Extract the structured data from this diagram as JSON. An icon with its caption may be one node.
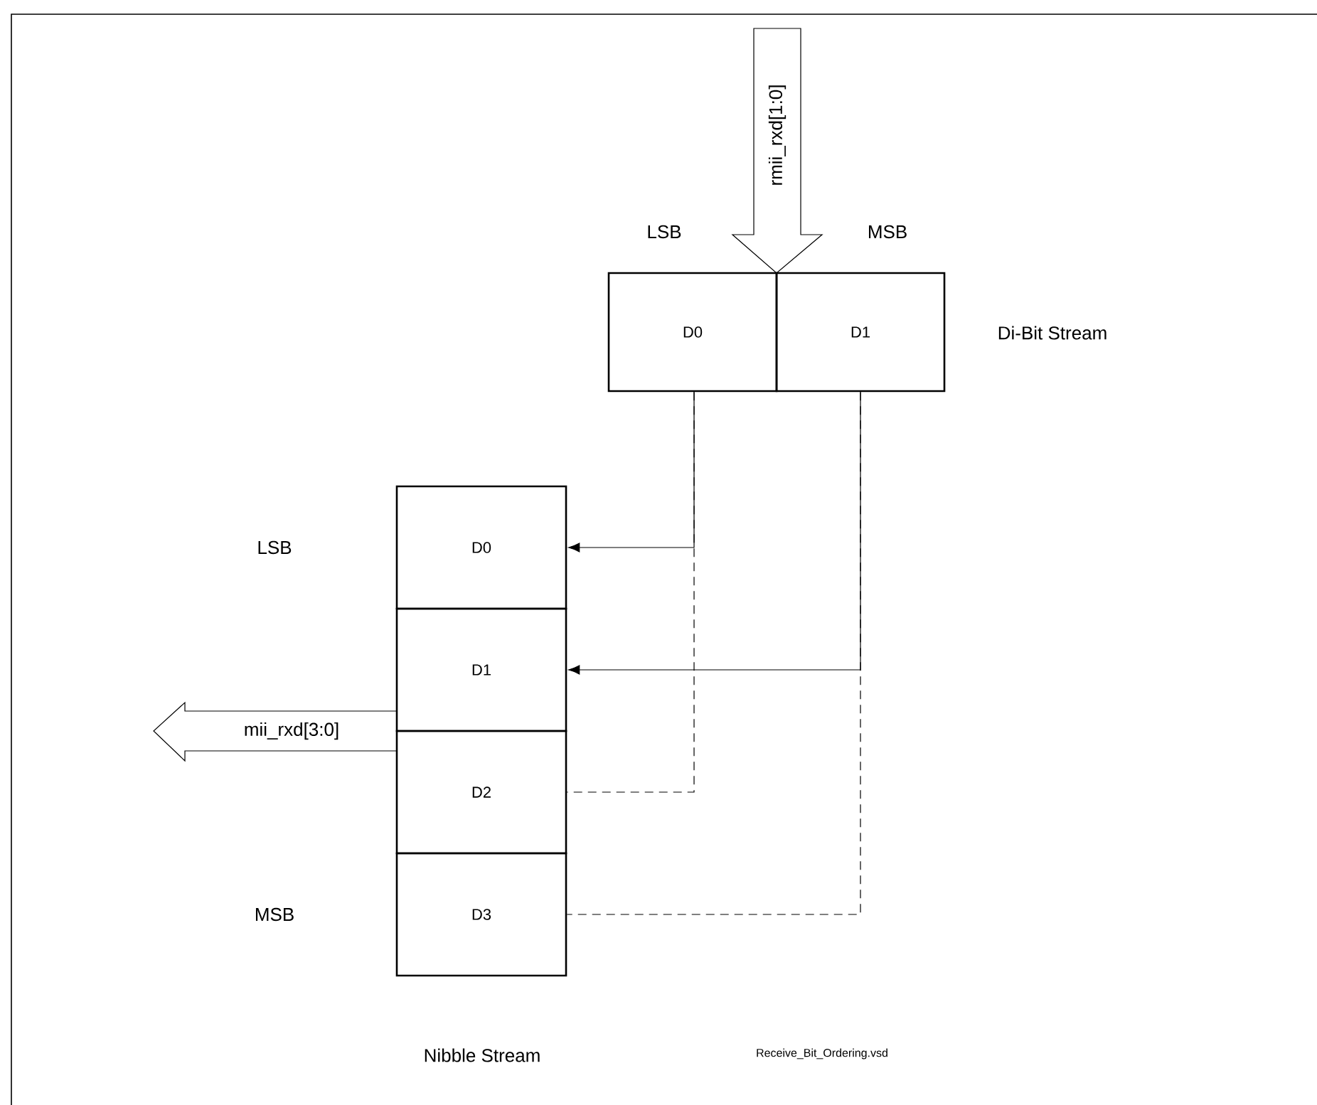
{
  "diagram": {
    "nodes": [
      {
        "text": [
          "D0"
        ]
      },
      {
        "text": [
          "D1"
        ]
      },
      {
        "text": [
          "D0"
        ]
      },
      {
        "text": [
          "D1"
        ]
      },
      {
        "text": [
          "D2"
        ]
      },
      {
        "text": [
          "D3"
        ]
      },
      {
        "text": [
          "rmii_rxd[1:0]"
        ]
      },
      {
        "text": [
          "mii_rxd[3:0]"
        ]
      }
    ],
    "edges": [
      {
        "from": 0,
        "to": 2,
        "arrow": "to"
      },
      {
        "from": 1,
        "to": 3,
        "arrow": "to"
      },
      {
        "from": 0,
        "to": 4,
        "arrow": "none",
        "style": "dashed"
      },
      {
        "from": 1,
        "to": 5,
        "arrow": "none",
        "style": "dashed"
      }
    ],
    "labels": [
      "LSB",
      "MSB",
      "Di-Bit Stream",
      "LSB",
      "MSB",
      "Nibble Stream",
      "Receive_Bit_Ordering.vsd"
    ]
  }
}
